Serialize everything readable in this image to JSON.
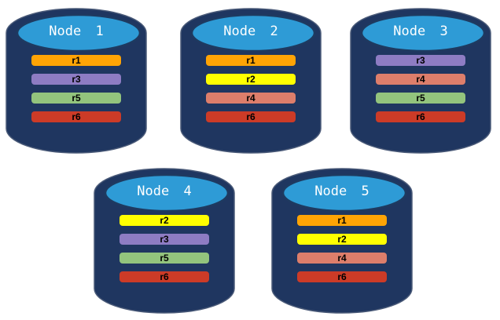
{
  "palette": {
    "background": "#FFFFFF",
    "body_navy": "#1F3660",
    "body_stroke": "#4A5A78",
    "top_blue": "#2E9BD6",
    "top_stroke": "#1E3A60",
    "label_color": "#FFFFFF",
    "record_text": "#000000",
    "record_colors": {
      "r1": "#FFA405",
      "r2": "#FFFF00",
      "r3": "#8E7CC3",
      "r4": "#DD7E6B",
      "r5": "#93C47D",
      "r6": "#CC3B27"
    }
  },
  "nodes": [
    {
      "label": "Node 1",
      "records": [
        {
          "id": "r1",
          "color": "#FFA405"
        },
        {
          "id": "r3",
          "color": "#8E7CC3"
        },
        {
          "id": "r5",
          "color": "#93C47D"
        },
        {
          "id": "r6",
          "color": "#CC3B27"
        }
      ]
    },
    {
      "label": "Node 2",
      "records": [
        {
          "id": "r1",
          "color": "#FFA405"
        },
        {
          "id": "r2",
          "color": "#FFFF00"
        },
        {
          "id": "r4",
          "color": "#DD7E6B"
        },
        {
          "id": "r6",
          "color": "#CC3B27"
        }
      ]
    },
    {
      "label": "Node 3",
      "records": [
        {
          "id": "r3",
          "color": "#8E7CC3"
        },
        {
          "id": "r4",
          "color": "#DD7E6B"
        },
        {
          "id": "r5",
          "color": "#93C47D"
        },
        {
          "id": "r6",
          "color": "#CC3B27"
        }
      ]
    },
    {
      "label": "Node 4",
      "records": [
        {
          "id": "r2",
          "color": "#FFFF00"
        },
        {
          "id": "r3",
          "color": "#8E7CC3"
        },
        {
          "id": "r5",
          "color": "#93C47D"
        },
        {
          "id": "r6",
          "color": "#CC3B27"
        }
      ]
    },
    {
      "label": "Node 5",
      "records": [
        {
          "id": "r1",
          "color": "#FFA405"
        },
        {
          "id": "r2",
          "color": "#FFFF00"
        },
        {
          "id": "r4",
          "color": "#DD7E6B"
        },
        {
          "id": "r6",
          "color": "#CC3B27"
        }
      ]
    }
  ]
}
